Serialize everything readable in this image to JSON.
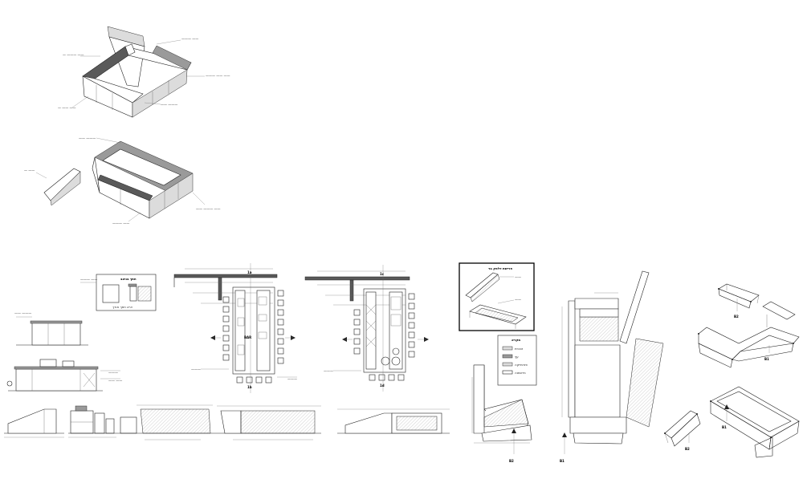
{
  "labels": {
    "section_title": "חתך בניצב",
    "section_subtitle": "א-א חתך אורך",
    "bar_label": "BAR",
    "plan_left_marker_top": "1a",
    "plan_left_marker_bottom": "1b",
    "plan_right_marker_top": "1c",
    "plan_right_marker_bottom": "1d",
    "box_header": "פרישת דלפק בר",
    "legend_title": "מקרא",
    "legend_items": [
      "זכוכית",
      "עץ",
      "פורמייקה",
      "נירוסטה"
    ],
    "b1": "B1",
    "b2": "B2"
  },
  "colors": {
    "ink": "#222222",
    "top_gray": "#9a9a9a",
    "top_dark": "#5a5a5a",
    "paper": "#ffffff"
  }
}
